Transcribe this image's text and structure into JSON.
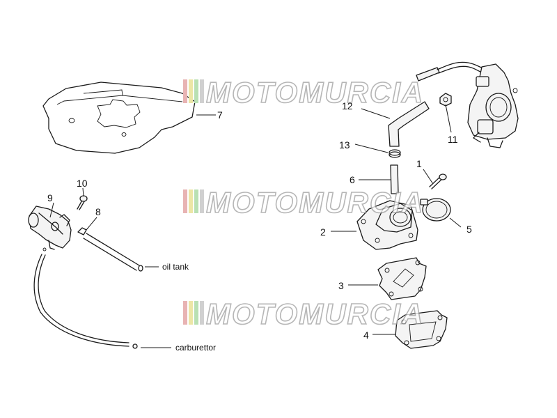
{
  "watermark": {
    "text": "MOTOMURCIA",
    "stripe_colors": [
      "#e8b3b3",
      "#ece6a6",
      "#b9e0b3",
      "#d0d0d0"
    ],
    "outline_color": "#9e9e9e"
  },
  "callouts": {
    "n1": "1",
    "n2": "2",
    "n3": "3",
    "n4": "4",
    "n5": "5",
    "n6": "6",
    "n7": "7",
    "n8": "8",
    "n9": "9",
    "n10": "10",
    "n11": "11",
    "n12": "12",
    "n13": "13"
  },
  "labels": {
    "oil_tank": "oil tank",
    "carburettor": "carburettor"
  }
}
